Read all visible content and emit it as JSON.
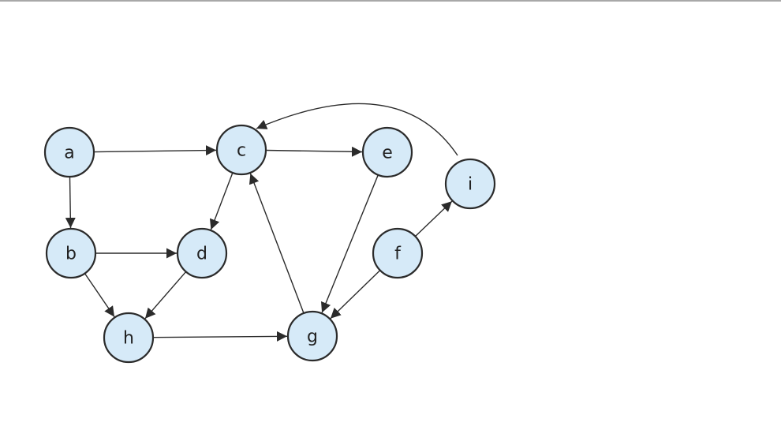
{
  "diagram": {
    "type": "directed-graph",
    "colors": {
      "node_fill": "#d6eaf8",
      "node_stroke": "#2b2b2b",
      "edge": "#2b2b2b"
    },
    "nodes": [
      {
        "id": "a",
        "label": "a"
      },
      {
        "id": "b",
        "label": "b"
      },
      {
        "id": "c",
        "label": "c"
      },
      {
        "id": "d",
        "label": "d"
      },
      {
        "id": "e",
        "label": "e"
      },
      {
        "id": "f",
        "label": "f"
      },
      {
        "id": "g",
        "label": "g"
      },
      {
        "id": "h",
        "label": "h"
      },
      {
        "id": "i",
        "label": "i"
      }
    ],
    "edges": [
      {
        "from": "a",
        "to": "c"
      },
      {
        "from": "a",
        "to": "b"
      },
      {
        "from": "c",
        "to": "e"
      },
      {
        "from": "c",
        "to": "d"
      },
      {
        "from": "b",
        "to": "d"
      },
      {
        "from": "b",
        "to": "h"
      },
      {
        "from": "d",
        "to": "h"
      },
      {
        "from": "h",
        "to": "g"
      },
      {
        "from": "g",
        "to": "c"
      },
      {
        "from": "e",
        "to": "g"
      },
      {
        "from": "f",
        "to": "g"
      },
      {
        "from": "f",
        "to": "i"
      },
      {
        "from": "i",
        "to": "c"
      }
    ]
  }
}
